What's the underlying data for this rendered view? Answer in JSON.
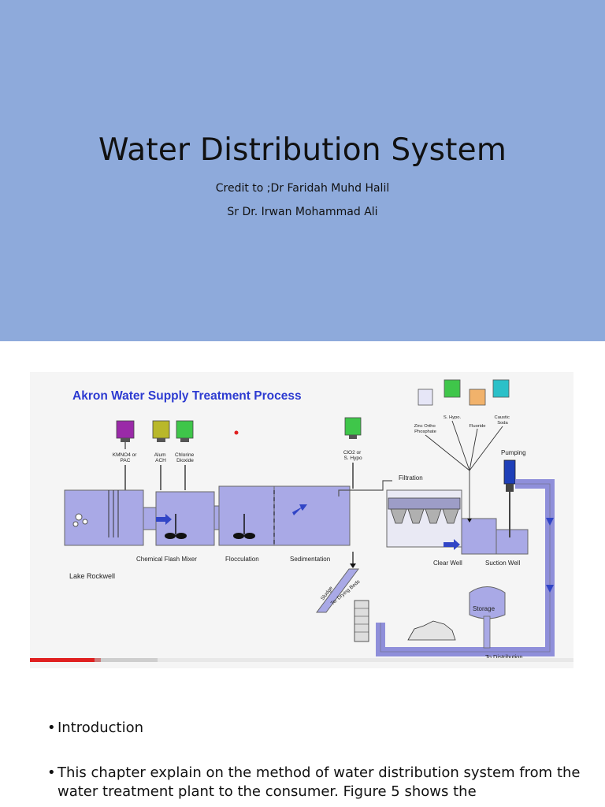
{
  "slide1": {
    "title": "Water Distribution System",
    "credit_line1": "Credit to ;Dr Faridah Muhd Halil",
    "credit_line2": "Sr Dr. Irwan Mohammad Ali"
  },
  "figure": {
    "title": "Akron Water Supply Treatment Process",
    "labels": {
      "kmno4": [
        "KMNO4 or",
        "PAC"
      ],
      "alum": [
        "Alum",
        "ACH"
      ],
      "chlorine_dioxide": [
        "Chlorine",
        "Dioxide"
      ],
      "clo2": [
        "ClO2 or",
        "S. Hypo"
      ],
      "zinc": [
        "Zinc Ortho",
        "Phosphate"
      ],
      "s_hypo": "S. Hypo.",
      "fluoride": "Fluoride",
      "caustic": [
        "Caustic",
        "Soda"
      ],
      "pumping": "Pumping",
      "filtration": "Filtration",
      "chemical_flash_mixer": "Chemical Flash Mixer",
      "flocculation": "Flocculation",
      "sedimentation": "Sedimentation",
      "clear_well": "Clear Well",
      "suction_well": "Suction Well",
      "lake": "Lake Rockwell",
      "sludge": "Sludge",
      "drying_beds": "To: Drying Beds",
      "storage": "Storage",
      "to_distribution": "To Distribution"
    },
    "colors": {
      "water": "#a9a9e6",
      "pipe": "#8f8fda",
      "title": "#2d3bd1",
      "progress": "#e02020"
    },
    "video_progress": 0.13
  },
  "bullets": {
    "b1": "Introduction",
    "b2": "This chapter explain on the method of water distribution system from the water treatment plant to the consumer. Figure 5 shows the"
  }
}
